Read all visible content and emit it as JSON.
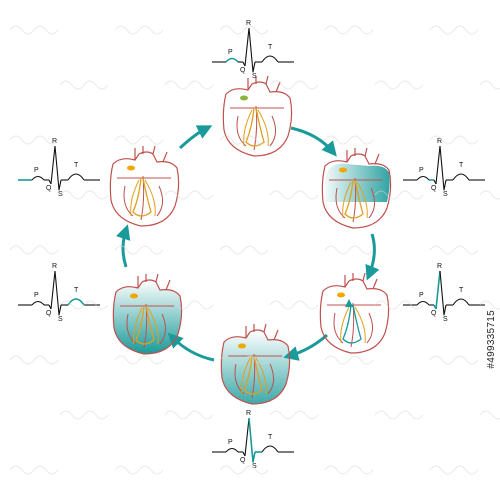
{
  "colors": {
    "accent": "#1a9a9a",
    "heart_outline": "#c0504d",
    "conduction": "#e0a020",
    "node": "#f0a800",
    "node_green": "#8ab43a",
    "ecg_line": "#111111"
  },
  "diagram": {
    "nodes": [
      {
        "id": "atrial-depolarization",
        "activation": "sa-node",
        "ecg_highlight": "P"
      },
      {
        "id": "septal-depolarization",
        "activation": "atria",
        "ecg_highlight": "Q"
      },
      {
        "id": "apical-depolarization",
        "activation": "septum",
        "ecg_highlight": "R"
      },
      {
        "id": "ventricular-depolarization",
        "activation": "ventricles",
        "ecg_highlight": "S"
      },
      {
        "id": "ventricular-repolarization",
        "activation": "ventricles-full",
        "ecg_highlight": "T"
      },
      {
        "id": "resting",
        "activation": "none",
        "ecg_highlight": "TP"
      }
    ],
    "ecg_wave_labels": {
      "P": "P",
      "Q": "Q",
      "R": "R",
      "S": "S",
      "T": "T"
    },
    "arrows": [
      {
        "from": "atrial-depolarization",
        "to": "septal-depolarization"
      },
      {
        "from": "septal-depolarization",
        "to": "apical-depolarization"
      },
      {
        "from": "apical-depolarization",
        "to": "ventricular-depolarization"
      },
      {
        "from": "ventricular-depolarization",
        "to": "ventricular-repolarization"
      },
      {
        "from": "ventricular-repolarization",
        "to": "resting"
      },
      {
        "from": "resting",
        "to": "atrial-depolarization"
      }
    ]
  },
  "watermark": {
    "text": "#499335715"
  }
}
